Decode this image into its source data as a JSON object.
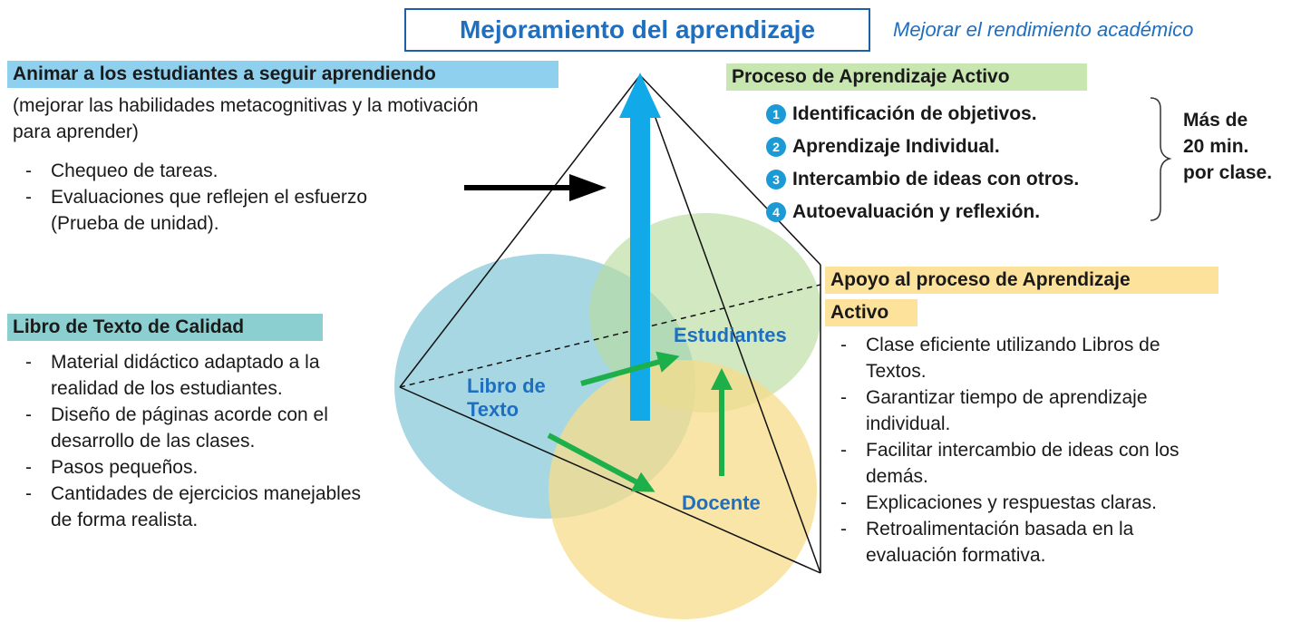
{
  "header": {
    "title": "Mejoramiento del aprendizaje",
    "subtitle": "Mejorar el rendimiento académico"
  },
  "motivation": {
    "heading": "Animar a los estudiantes a seguir aprendiendo",
    "description_line1": "(mejorar las habilidades metacognitivas y la motivación",
    "description_line2": "para aprender)",
    "items": [
      {
        "line1": "Chequeo de tareas.",
        "line2": ""
      },
      {
        "line1": "Evaluaciones que reflejen el esfuerzo",
        "line2": "(Prueba de unidad)."
      }
    ]
  },
  "textbook": {
    "heading": "Libro de Texto de Calidad",
    "items": [
      {
        "line1": "Material didáctico adaptado a la",
        "line2": "realidad de los estudiantes."
      },
      {
        "line1": "Diseño de páginas acorde con el",
        "line2": "desarrollo de las clases."
      },
      {
        "line1": "Pasos pequeños.",
        "line2": ""
      },
      {
        "line1": "Cantidades de ejercicios manejables",
        "line2": "de forma realista."
      }
    ]
  },
  "active_process": {
    "heading": "Proceso de Aprendizaje Activo",
    "steps": [
      {
        "num": "1",
        "text": "Identificación de objetivos."
      },
      {
        "num": "2",
        "text": "Aprendizaje Individual."
      },
      {
        "num": "3",
        "text": "Intercambio de ideas con otros."
      },
      {
        "num": "4",
        "text": "Autoevaluación y reflexión."
      }
    ],
    "duration_line1": "Más de",
    "duration_line2": "20 min.",
    "duration_line3": "por clase."
  },
  "support": {
    "heading_line1": "Apoyo al proceso de Aprendizaje",
    "heading_line2": "Activo",
    "items": [
      {
        "line1": "Clase eficiente utilizando Libros de",
        "line2": "Textos."
      },
      {
        "line1": "Garantizar tiempo de aprendizaje",
        "line2": "individual."
      },
      {
        "line1": "Facilitar intercambio de ideas con los",
        "line2": "demás."
      },
      {
        "line1": "Explicaciones y respuestas claras.",
        "line2": ""
      },
      {
        "line1": "Retroalimentación basada en la",
        "line2": "evaluación formativa."
      }
    ]
  },
  "diagram": {
    "label_students": "Estudiantes",
    "label_book_line1": "Libro de",
    "label_book_line2": "Texto",
    "label_teacher": "Docente"
  },
  "colors": {
    "title_blue": "#1f6fc0",
    "motivation_bg": "#8fd0ee",
    "textbook_bg": "#8ccfd0",
    "active_bg": "#c8e6b0",
    "support_bg": "#fde29c",
    "blue_circle": "#88c9d8",
    "green_circle": "#b8dca0",
    "yellow_circle": "#f7dc8a",
    "arrow_blue": "#12a9e8",
    "arrow_green": "#1caf4a"
  }
}
